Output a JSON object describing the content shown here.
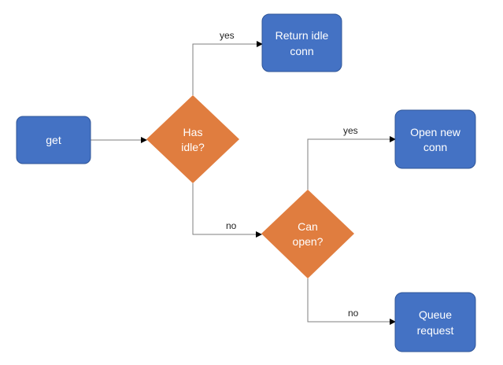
{
  "colors": {
    "process_fill": "#4472c4",
    "process_stroke": "#2f5597",
    "decision_fill": "#e07d3f",
    "text": "#ffffff",
    "connector": "#7f7f7f",
    "edge_label": "#222222"
  },
  "nodes": {
    "get": {
      "lines": [
        "get"
      ]
    },
    "has_idle": {
      "lines": [
        "Has",
        "idle?"
      ]
    },
    "return_idle": {
      "lines": [
        "Return idle",
        "conn"
      ]
    },
    "can_open": {
      "lines": [
        "Can",
        "open?"
      ]
    },
    "open_new": {
      "lines": [
        "Open new",
        "conn"
      ]
    },
    "queue_request": {
      "lines": [
        "Queue",
        "request"
      ]
    }
  },
  "edges": {
    "has_idle_yes": "yes",
    "has_idle_no": "no",
    "can_open_yes": "yes",
    "can_open_no": "no"
  }
}
